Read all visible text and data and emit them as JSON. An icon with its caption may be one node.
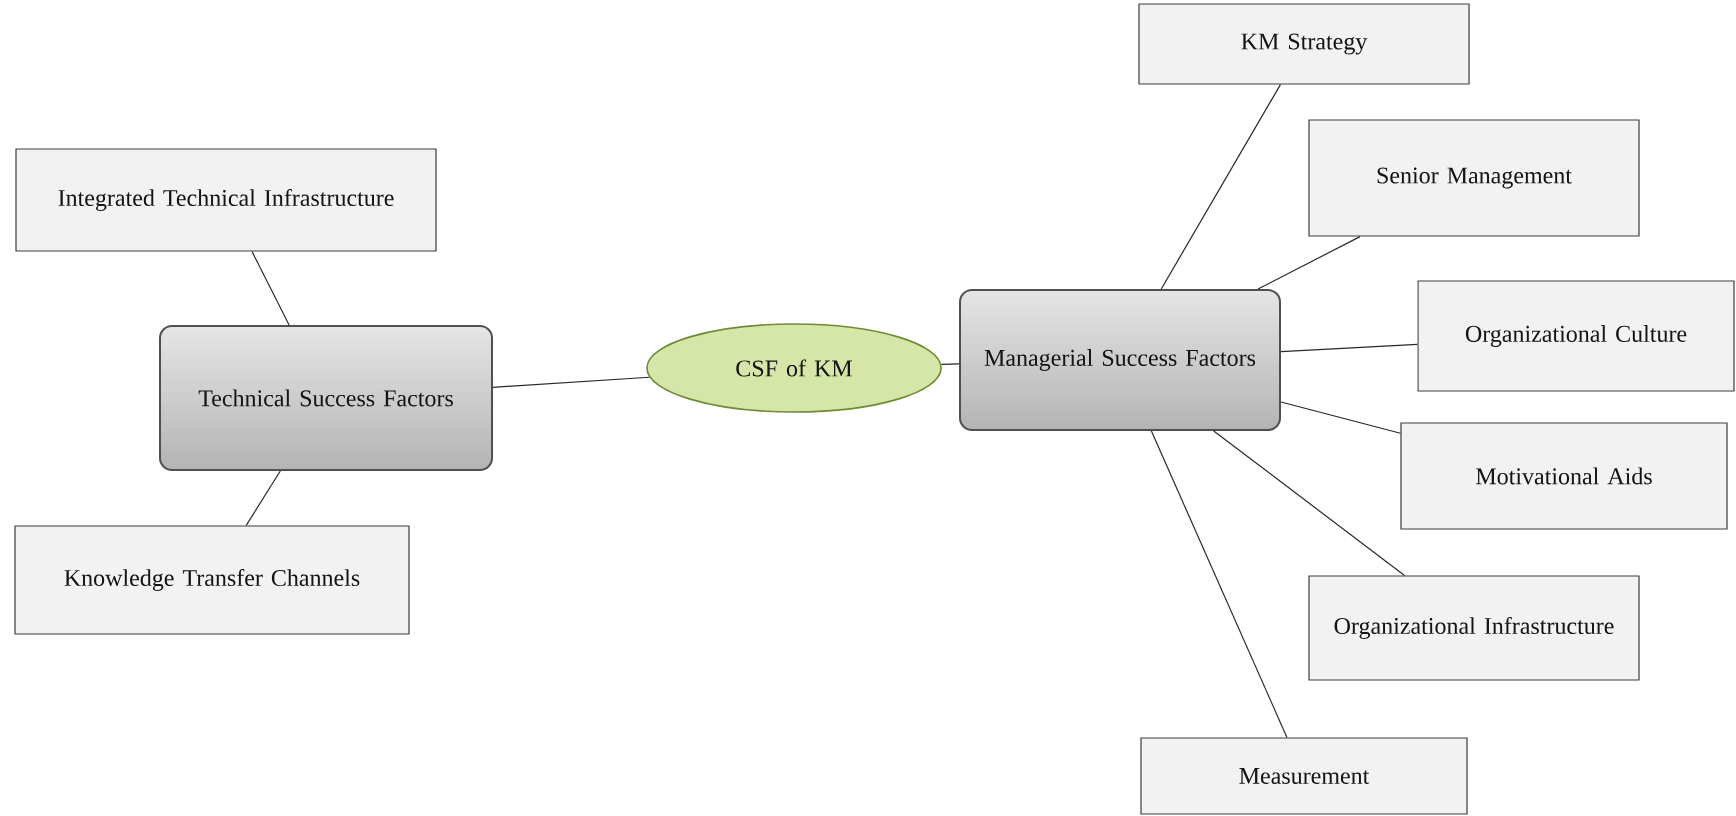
{
  "diagram": {
    "nodes": [
      {
        "text": [
          "CSF of KM"
        ]
      },
      {
        "text": [
          "Technical Success Factors"
        ]
      },
      {
        "text": [
          "Integrated Technical Infrastructure"
        ]
      },
      {
        "text": [
          "Knowledge Transfer Channels"
        ]
      },
      {
        "text": [
          "Managerial Success Factors"
        ]
      },
      {
        "text": [
          "KM Strategy"
        ]
      },
      {
        "text": [
          "Senior Management"
        ]
      },
      {
        "text": [
          "Organizational Culture"
        ]
      },
      {
        "text": [
          "Motivational Aids"
        ]
      },
      {
        "text": [
          "Organizational Infrastructure"
        ]
      },
      {
        "text": [
          "Measurement"
        ]
      }
    ],
    "edges": [
      {
        "from": 1,
        "to": 0,
        "arrow": "none"
      },
      {
        "from": 0,
        "to": 4,
        "arrow": "none"
      },
      {
        "from": 1,
        "to": 2,
        "arrow": "none"
      },
      {
        "from": 1,
        "to": 3,
        "arrow": "none"
      },
      {
        "from": 4,
        "to": 5,
        "arrow": "none"
      },
      {
        "from": 4,
        "to": 6,
        "arrow": "none"
      },
      {
        "from": 4,
        "to": 7,
        "arrow": "none"
      },
      {
        "from": 4,
        "to": 8,
        "arrow": "none"
      },
      {
        "from": 4,
        "to": 9,
        "arrow": "none"
      },
      {
        "from": 4,
        "to": 10,
        "arrow": "none"
      }
    ]
  }
}
